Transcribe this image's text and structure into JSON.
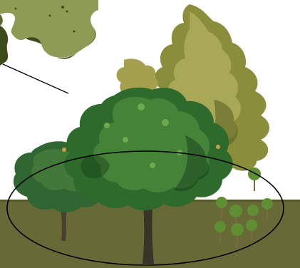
{
  "scene": {
    "colors": {
      "sky": "#ffffff",
      "ground": "#676937",
      "ground_dark": "#55572c",
      "inset_foliage": "#8d9b55",
      "inset_foliage_dark": "#3d4b1a",
      "background_tree": "#8a8d3a",
      "background_tree_light": "#b6b463",
      "background_tree_dark": "#5e6221",
      "main_tree": "#2d6a2c",
      "main_tree_light": "#4e8d3c",
      "main_tree_dark": "#173e19",
      "left_tree": "#2f6632",
      "left_tree_light": "#4f8240",
      "trunk": "#3a3427",
      "sapling": "#5f8f32",
      "sapling_trunk": "#7b6a3e",
      "ellipse_stroke": "#000000",
      "callout_line": "#000000"
    },
    "elements": [
      "zoom-inset",
      "callout-line",
      "ground",
      "background-tree",
      "left-tree",
      "main-tree",
      "sapling-group",
      "ground-ellipse"
    ]
  }
}
